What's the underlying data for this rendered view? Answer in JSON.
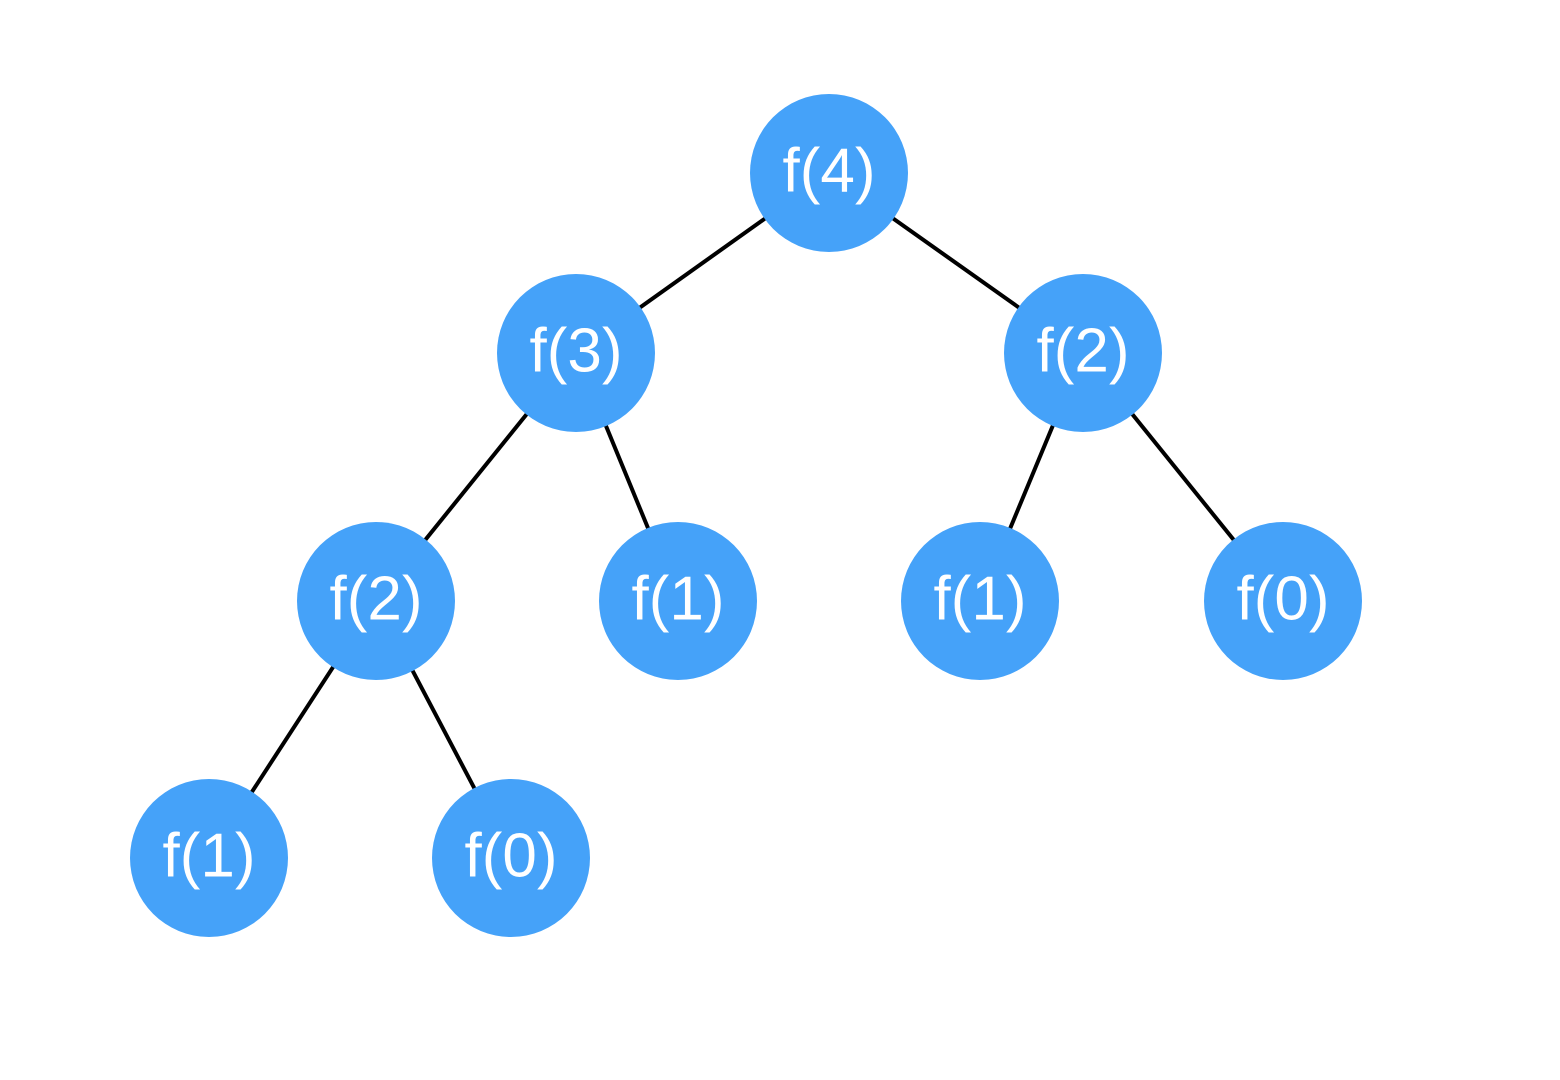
{
  "diagram": {
    "node_color": "#45A2F9",
    "edge_color": "#000000",
    "label_color": "#FFFFFF",
    "nodes": [
      {
        "id": "n4",
        "label": "f(4)"
      },
      {
        "id": "n3",
        "label": "f(3)"
      },
      {
        "id": "n2r",
        "label": "f(2)"
      },
      {
        "id": "n2l",
        "label": "f(2)"
      },
      {
        "id": "n1a",
        "label": "f(1)"
      },
      {
        "id": "n1b",
        "label": "f(1)"
      },
      {
        "id": "n0a",
        "label": "f(0)"
      },
      {
        "id": "n1c",
        "label": "f(1)"
      },
      {
        "id": "n0b",
        "label": "f(0)"
      }
    ],
    "edges": [
      {
        "from": "n4",
        "to": "n3"
      },
      {
        "from": "n4",
        "to": "n2r"
      },
      {
        "from": "n3",
        "to": "n2l"
      },
      {
        "from": "n3",
        "to": "n1a"
      },
      {
        "from": "n2r",
        "to": "n1b"
      },
      {
        "from": "n2r",
        "to": "n0a"
      },
      {
        "from": "n2l",
        "to": "n1c"
      },
      {
        "from": "n2l",
        "to": "n0b"
      }
    ]
  }
}
